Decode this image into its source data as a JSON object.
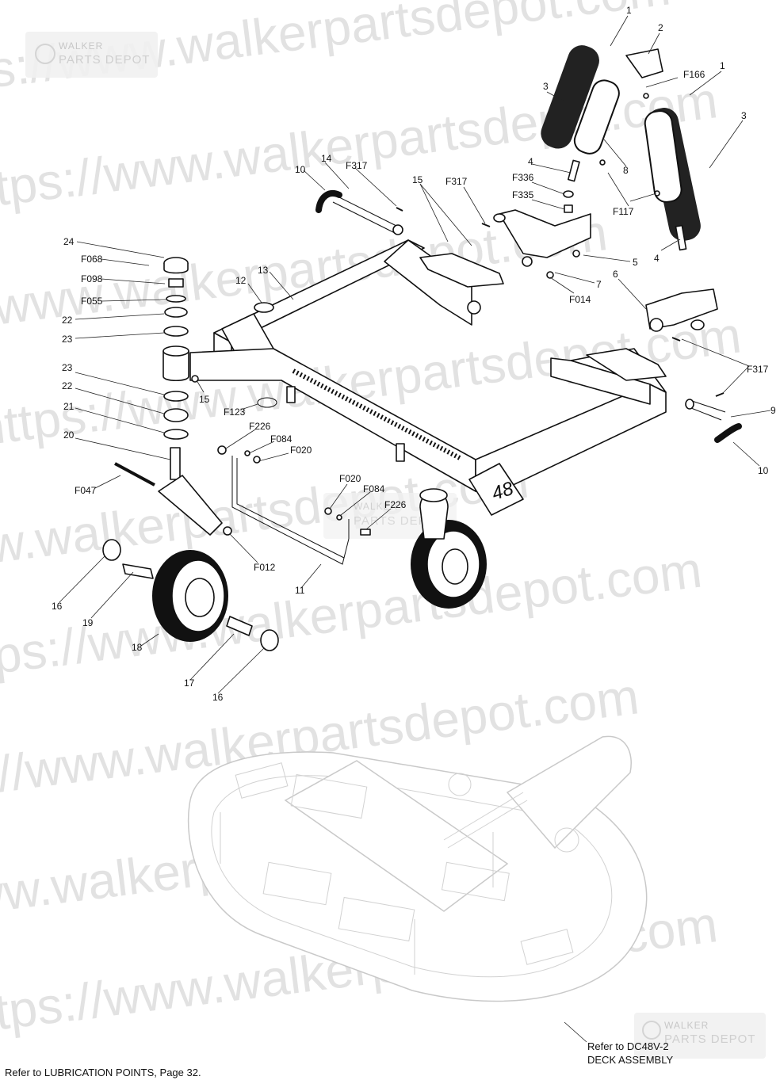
{
  "watermark": {
    "text": "https://www.walkerpartsdepot.com"
  },
  "logo": {
    "line1": "WALKER",
    "line2": "PARTS DEPOT"
  },
  "deck_marking": "48",
  "callouts": [
    {
      "id": "c1a",
      "text": "1"
    },
    {
      "id": "c2",
      "text": "2"
    },
    {
      "id": "c3a",
      "text": "3"
    },
    {
      "id": "cF166",
      "text": "F166"
    },
    {
      "id": "c1b",
      "text": "1"
    },
    {
      "id": "c3b",
      "text": "3"
    },
    {
      "id": "c4a",
      "text": "4"
    },
    {
      "id": "cF336",
      "text": "F336"
    },
    {
      "id": "cF335",
      "text": "F335"
    },
    {
      "id": "c8",
      "text": "8"
    },
    {
      "id": "cF117",
      "text": "F117"
    },
    {
      "id": "c4b",
      "text": "4"
    },
    {
      "id": "c5",
      "text": "5"
    },
    {
      "id": "c7",
      "text": "7"
    },
    {
      "id": "cF014",
      "text": "F014"
    },
    {
      "id": "c6",
      "text": "6"
    },
    {
      "id": "cF317c",
      "text": "F317"
    },
    {
      "id": "c9",
      "text": "9"
    },
    {
      "id": "c10b",
      "text": "10"
    },
    {
      "id": "c10a",
      "text": "10"
    },
    {
      "id": "c14",
      "text": "14"
    },
    {
      "id": "cF317a",
      "text": "F317"
    },
    {
      "id": "c15a",
      "text": "15"
    },
    {
      "id": "cF317b",
      "text": "F317"
    },
    {
      "id": "c24",
      "text": "24"
    },
    {
      "id": "cF068",
      "text": "F068"
    },
    {
      "id": "cF098",
      "text": "F098"
    },
    {
      "id": "cF055",
      "text": "F055"
    },
    {
      "id": "c22a",
      "text": "22"
    },
    {
      "id": "c23a",
      "text": "23"
    },
    {
      "id": "c12",
      "text": "12"
    },
    {
      "id": "c13",
      "text": "13"
    },
    {
      "id": "c15b",
      "text": "15"
    },
    {
      "id": "c23b",
      "text": "23"
    },
    {
      "id": "c22b",
      "text": "22"
    },
    {
      "id": "c21",
      "text": "21"
    },
    {
      "id": "c20",
      "text": "20"
    },
    {
      "id": "cF123",
      "text": "F123"
    },
    {
      "id": "cF226a",
      "text": "F226"
    },
    {
      "id": "cF084a",
      "text": "F084"
    },
    {
      "id": "cF020a",
      "text": "F020"
    },
    {
      "id": "cF047",
      "text": "F047"
    },
    {
      "id": "cF020b",
      "text": "F020"
    },
    {
      "id": "cF084b",
      "text": "F084"
    },
    {
      "id": "cF226b",
      "text": "F226"
    },
    {
      "id": "cF012",
      "text": "F012"
    },
    {
      "id": "c11",
      "text": "11"
    },
    {
      "id": "c16a",
      "text": "16"
    },
    {
      "id": "c19",
      "text": "19"
    },
    {
      "id": "c18",
      "text": "18"
    },
    {
      "id": "c17",
      "text": "17"
    },
    {
      "id": "c16b",
      "text": "16"
    }
  ],
  "notes": {
    "lubrication": "Refer to LUBRICATION POINTS, Page 32.",
    "deck_line1": "Refer to DC48V-2",
    "deck_line2": "DECK ASSEMBLY"
  }
}
